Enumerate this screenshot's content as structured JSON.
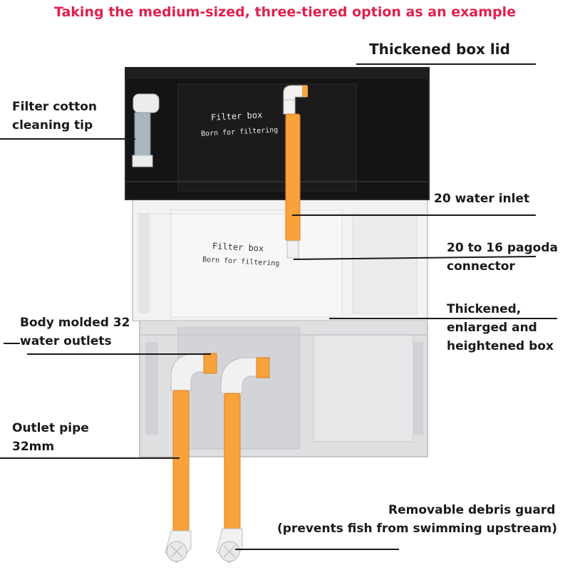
{
  "title": "Taking the medium-sized, three-tiered option as an example",
  "colors": {
    "title": "#e0204d",
    "label": "#1a1a1a",
    "lid": "#141414",
    "middle_box": "#f2f2f2",
    "bottom_box": "#dedfe1",
    "pipe_orange": "#f7a23a",
    "pipe_white": "#f1f1f1"
  },
  "labels": {
    "lid": "Thickened box lid",
    "cleaning_tip_1": "Filter cotton",
    "cleaning_tip_2": "cleaning tip",
    "inlet": "20 water inlet",
    "pagoda_1": "20 to 16 pagoda",
    "pagoda_2": "connector",
    "box_1": "Thickened,",
    "box_2": "enlarged and",
    "box_3": "heightened box",
    "outlets_1": "Body molded 32",
    "outlets_2": "water outlets",
    "outlet_pipe_1": "Outlet pipe",
    "outlet_pipe_2": "32mm",
    "guard_1": "Removable debris guard",
    "guard_2": "(prevents fish from swimming upstream)"
  },
  "box_text": {
    "top_title": "Filter box",
    "top_sub": "Born for filtering",
    "mid_title": "Filter box",
    "mid_sub": "Born for filtering"
  }
}
